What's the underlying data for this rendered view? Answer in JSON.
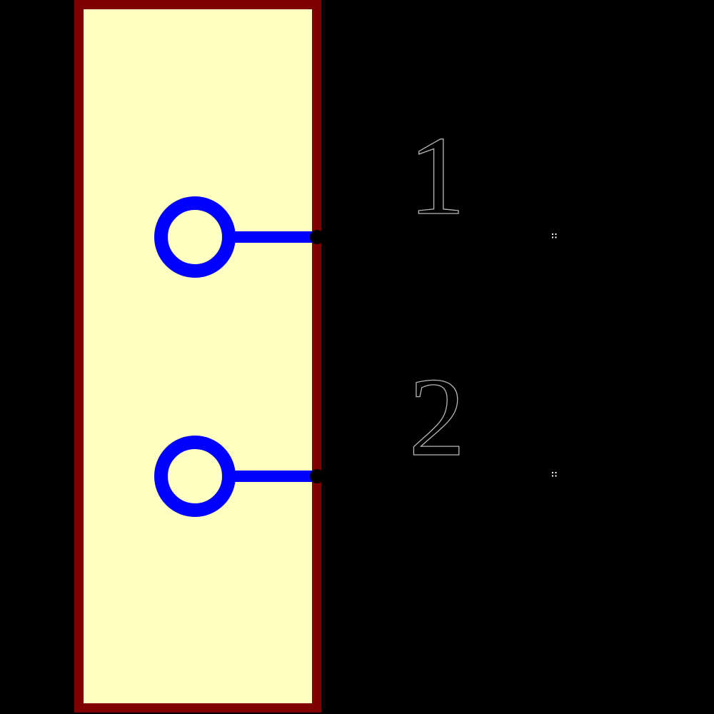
{
  "colors": {
    "background": "#000000",
    "body_fill": "#FFFFC2",
    "body_border": "#7E0000",
    "pin": "#0000FF",
    "pin_endpoint": "#000000",
    "number_fill": "#000000",
    "number_outline": "#B8B8B8",
    "marker_dots": "#FFFFFF"
  },
  "symbol": {
    "pins": [
      {
        "number": "1",
        "style": "inverted-bubble",
        "marker_icon": "tiny-grid-dots"
      },
      {
        "number": "2",
        "style": "inverted-bubble",
        "marker_icon": "tiny-grid-dots"
      }
    ]
  }
}
